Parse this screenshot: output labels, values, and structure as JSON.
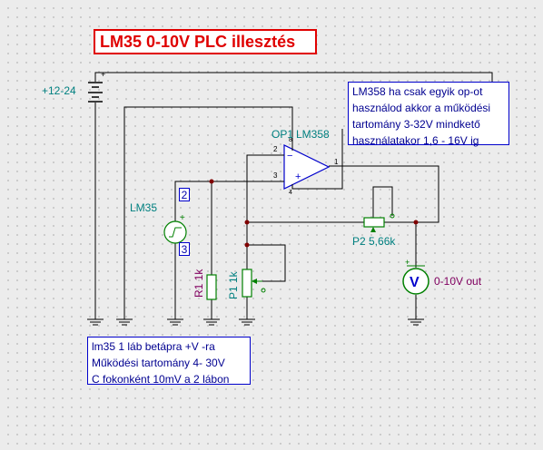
{
  "title": "LM35 0-10V PLC illesztés",
  "labels": {
    "supply": "+12-24",
    "opamp_ref": "OP1",
    "opamp_part": "LM358",
    "sensor": "LM35",
    "pin_top": "2",
    "pin_bottom": "3",
    "r1": "R1 1k",
    "p1": "P1 1k",
    "p2": "P2 5,66k",
    "meter_symbol": "V",
    "output": "0-10V out"
  },
  "opamp_pins": {
    "inv": "2",
    "noninv": "3",
    "out": "1",
    "vplus": "8",
    "vminus": "4",
    "minus_sign": "−",
    "plus_sign": "+"
  },
  "notes": {
    "opamp_note": [
      "LM358 ha csak egyik op-ot",
      "használod akkor a működési",
      "tartomány 3-32V mindkető",
      "használatakor 1,6 - 16V ig"
    ],
    "sensor_note": [
      "lm35 1 láb betápra +V -ra",
      "Működési tartomány 4- 30V",
      "C fokonként 10mV a 2 lábon"
    ]
  },
  "colors": {
    "wire": "#000000",
    "component": "#008000",
    "opamp": "#0000cc",
    "junction": "#800000",
    "title": "#e00000",
    "note_border": "#0000cc"
  }
}
